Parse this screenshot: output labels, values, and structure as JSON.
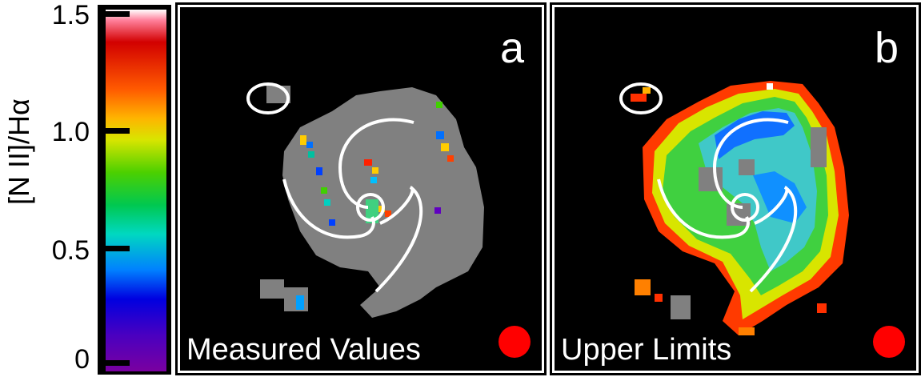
{
  "colorbar": {
    "label": "[N II]/Hα",
    "ticks": [
      "1.5",
      "1.0",
      "0.5",
      "0"
    ]
  },
  "panels": [
    {
      "letter": "a",
      "caption": "Measured Values"
    },
    {
      "letter": "b",
      "caption": "Upper Limits"
    }
  ],
  "colors": {
    "background": "#000000",
    "masked": "#808080",
    "overlay": "#ffffff",
    "beam": "#ff0000"
  }
}
